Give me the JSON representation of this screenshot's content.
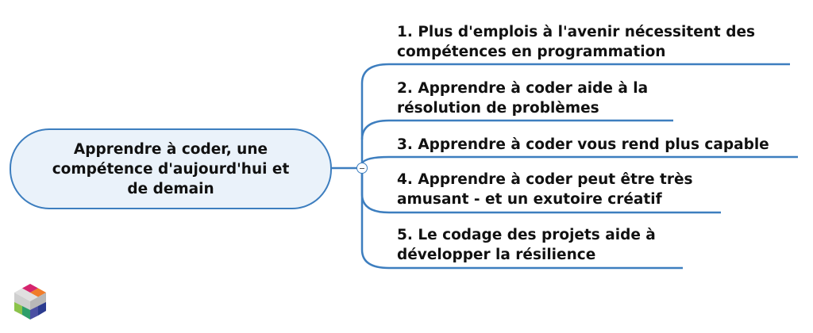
{
  "central": {
    "label": "Apprendre à coder, une compétence d'aujourd'hui et de demain"
  },
  "topics": [
    {
      "line1": "1. Plus d'emplois à l'avenir nécessitent des",
      "line2": "compétences en programmation"
    },
    {
      "line1": "2. Apprendre à coder aide à la",
      "line2": "résolution de problèmes"
    },
    {
      "line1": "3. Apprendre à coder vous rend plus capable",
      "line2": ""
    },
    {
      "line1": "4. Apprendre à coder peut être très",
      "line2": "amusant - et un exutoire créatif"
    },
    {
      "line1": "5. Le codage des projets aide à",
      "line2": "développer la résilience"
    }
  ],
  "colors": {
    "branch": "#3d7ebf",
    "central_fill": "#eaf2fa"
  },
  "icons": {
    "collapse": "minus-circle-icon",
    "logo": "cube-logo-icon"
  }
}
